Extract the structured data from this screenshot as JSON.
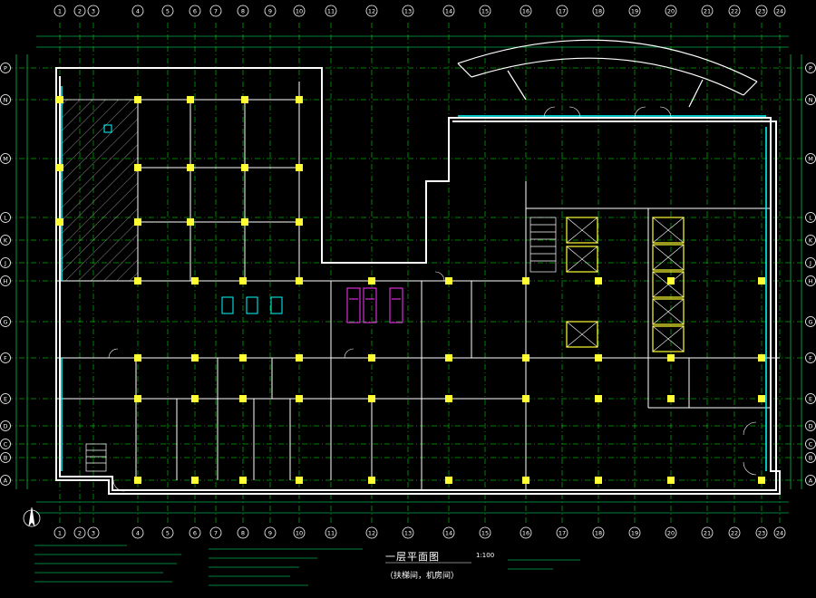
{
  "drawing": {
    "title": "一层平面图",
    "subtitle": "（扶梯间，机房间）",
    "scale": "1:100",
    "north_symbol": "north-arrow",
    "colors": {
      "background": "#000000",
      "grid": "#00ff00",
      "axis": "#ffffff",
      "wall": "#ffffff",
      "column": "#ffff33",
      "glass": "#00ffff",
      "fixture": "#ff33ff",
      "hatch": "#aaaaaa",
      "dimension": "#00ff66"
    }
  },
  "axes": {
    "columns": [
      "1",
      "2",
      "3",
      "4",
      "5",
      "6",
      "7",
      "8",
      "9",
      "10",
      "11",
      "12",
      "13",
      "14",
      "15",
      "16",
      "17",
      "18",
      "19",
      "20",
      "21",
      "22",
      "23",
      "24"
    ],
    "rows": [
      "A",
      "B",
      "C",
      "D",
      "E",
      "F",
      "G",
      "H",
      "J",
      "K",
      "L",
      "M",
      "N",
      "P"
    ]
  }
}
